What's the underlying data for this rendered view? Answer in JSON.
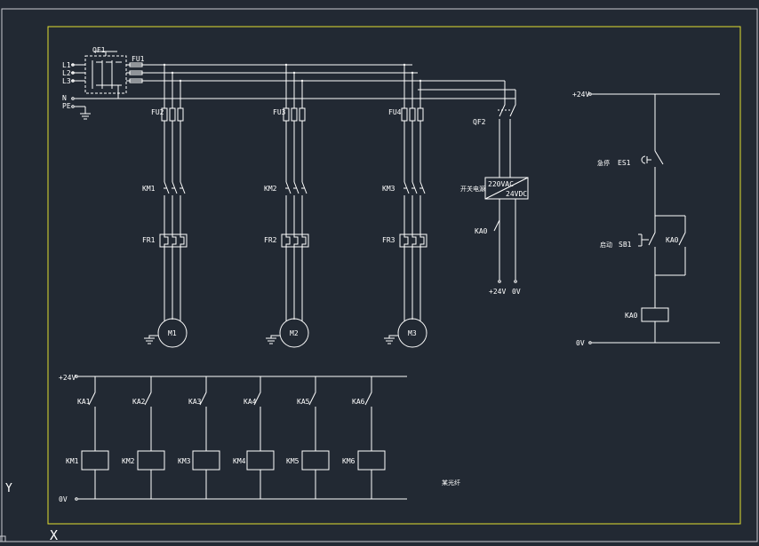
{
  "colors": {
    "background": "#222933",
    "frame": "#e3e030",
    "line": "#ffffff",
    "grey": "#c9cbd0"
  },
  "ucs": {
    "y": "Y",
    "x": "X"
  },
  "main": {
    "qf1": "QF1",
    "fu1": "FU1",
    "l1": "L1",
    "l2": "L2",
    "l3": "L3",
    "n": "N",
    "pe": "PE",
    "branches": [
      {
        "fu": "FU2",
        "km": "KM1",
        "fr": "FR1",
        "motor": "M1"
      },
      {
        "fu": "FU3",
        "km": "KM2",
        "fr": "FR2",
        "motor": "M2"
      },
      {
        "fu": "FU4",
        "km": "KM3",
        "fr": "FR3",
        "motor": "M3"
      }
    ]
  },
  "psu": {
    "qf2": "QF2",
    "label": "开关电源",
    "ac": "220VAC",
    "dc": "24VDC",
    "ka": "KA0",
    "p24": "+24V",
    "zero": "0V"
  },
  "control": {
    "p24": "+24V",
    "zero": "0V",
    "es_label": "急停",
    "es": "ES1",
    "sb_label": "启动",
    "sb": "SB1",
    "ka_contact": "KA0",
    "ka_coil": "KA0"
  },
  "relays": {
    "p24": "+24V",
    "zero": "0V",
    "note": "某光纤",
    "items": [
      {
        "ka": "KA1",
        "km": "KM1"
      },
      {
        "ka": "KA2",
        "km": "KM2"
      },
      {
        "ka": "KA3",
        "km": "KM3"
      },
      {
        "ka": "KA4",
        "km": "KM4"
      },
      {
        "ka": "KA5",
        "km": "KM5"
      },
      {
        "ka": "KA6",
        "km": "KM6"
      }
    ]
  }
}
